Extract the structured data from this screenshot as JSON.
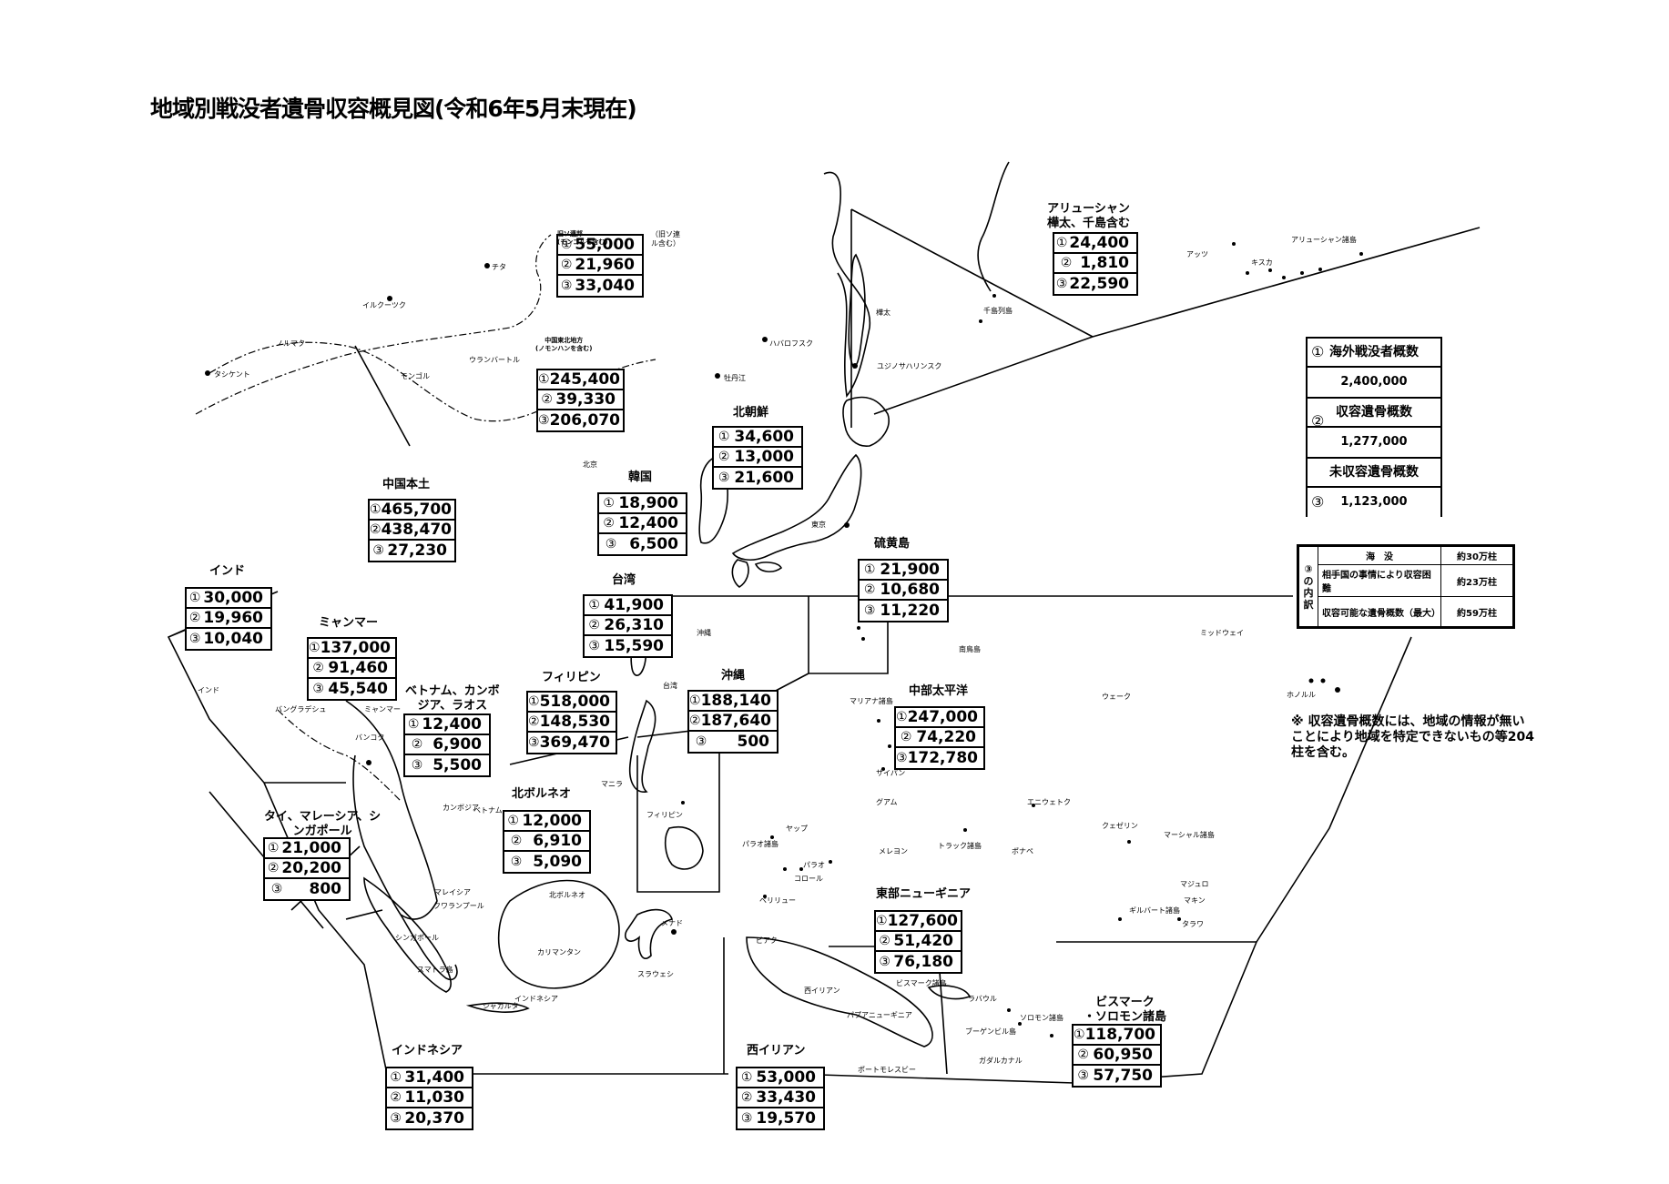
{
  "title": "地域別戦没者遺骨収容概見図(令和6年5月末現在)",
  "markers": {
    "m1": "①",
    "m2": "②",
    "m3": "③"
  },
  "regions": [
    {
      "id": "soviet",
      "name": "",
      "values": [
        "55,000",
        "21,960",
        "33,040"
      ]
    },
    {
      "id": "aleutian",
      "name": "アリューシャン\n樺太、千島含む",
      "values": [
        "24,400",
        "1,810",
        "22,590"
      ]
    },
    {
      "id": "manchuria",
      "name": "",
      "values": [
        "245,400",
        "39,330",
        "206,070"
      ]
    },
    {
      "id": "north-korea",
      "name": "北朝鮮",
      "values": [
        "34,600",
        "13,000",
        "21,600"
      ]
    },
    {
      "id": "korea",
      "name": "韓国",
      "values": [
        "18,900",
        "12,400",
        "6,500"
      ]
    },
    {
      "id": "china",
      "name": "中国本土",
      "values": [
        "465,700",
        "438,470",
        "27,230"
      ]
    },
    {
      "id": "taiwan",
      "name": "台湾",
      "values": [
        "41,900",
        "26,310",
        "15,590"
      ]
    },
    {
      "id": "iwojima",
      "name": "硫黄島",
      "values": [
        "21,900",
        "10,680",
        "11,220"
      ]
    },
    {
      "id": "india",
      "name": "インド",
      "values": [
        "30,000",
        "19,960",
        "10,040"
      ]
    },
    {
      "id": "myanmar",
      "name": "ミャンマー",
      "values": [
        "137,000",
        "91,460",
        "45,540"
      ]
    },
    {
      "id": "vietnam",
      "name": "ベトナム、カンボ\nジア、ラオス",
      "values": [
        "12,400",
        "6,900",
        "5,500"
      ]
    },
    {
      "id": "philippines",
      "name": "フィリピン",
      "values": [
        "518,000",
        "148,530",
        "369,470"
      ]
    },
    {
      "id": "okinawa",
      "name": "沖縄",
      "values": [
        "188,140",
        "187,640",
        "500"
      ]
    },
    {
      "id": "central-pacific",
      "name": "中部太平洋",
      "values": [
        "247,000",
        "74,220",
        "172,780"
      ]
    },
    {
      "id": "north-borneo",
      "name": "北ボルネオ",
      "values": [
        "12,000",
        "6,910",
        "5,090"
      ]
    },
    {
      "id": "thailand",
      "name": "タイ、マレーシア、シ\nンガポール",
      "values": [
        "21,000",
        "20,200",
        "800"
      ]
    },
    {
      "id": "east-new-guinea",
      "name": "東部ニューギニア",
      "values": [
        "127,600",
        "51,420",
        "76,180"
      ]
    },
    {
      "id": "bismarck",
      "name": "ビスマーク\n・ソロモン諸島",
      "values": [
        "118,700",
        "60,950",
        "57,750"
      ]
    },
    {
      "id": "indonesia",
      "name": "インドネシア",
      "values": [
        "31,400",
        "11,030",
        "20,370"
      ]
    },
    {
      "id": "west-irian",
      "name": "西イリアン",
      "values": [
        "53,000",
        "33,430",
        "19,570"
      ]
    }
  ],
  "soviet_note": "旧ソ連邦\n(モンゴルを含む)",
  "soviet_note2": "（旧ソ連\nル含む）",
  "manchuria_note": "中国東北地方\n(ノモンハンを含む)",
  "totals": {
    "overseas_label": "海外戦没者概数",
    "overseas_value": "2,400,000",
    "recovered_label": "収容遺骨概数",
    "recovered_value": "1,277,000",
    "unrecovered_label": "未収容遺骨概数",
    "unrecovered_value": "1,123,000"
  },
  "breakdown": {
    "side_label": "③の内訳",
    "rows": [
      {
        "label": "海　没",
        "value": "約30万柱"
      },
      {
        "label": "相手国の事情により収容困難",
        "value": "約23万柱"
      },
      {
        "label": "収容可能な遺骨概数（最大）",
        "value": "約59万柱"
      }
    ]
  },
  "note": "※ 収容遺骨概数には、地域の情報が無いことにより地域を特定できないもの等204柱を含む。",
  "places": [
    {
      "t": "チタ"
    },
    {
      "t": "イルクーツク"
    },
    {
      "t": "ノルマク"
    },
    {
      "t": "タシケント"
    },
    {
      "t": "ウランバートル"
    },
    {
      "t": "モンゴル"
    },
    {
      "t": "ハバロフスク"
    },
    {
      "t": "牡丹江"
    },
    {
      "t": "北京"
    },
    {
      "t": "樺太"
    },
    {
      "t": "千島列島"
    },
    {
      "t": "ユジノサハリンスク"
    },
    {
      "t": "アッツ"
    },
    {
      "t": "キスカ"
    },
    {
      "t": "アリューシャン諸島"
    },
    {
      "t": "東京"
    },
    {
      "t": "沖縄"
    },
    {
      "t": "台湾"
    },
    {
      "t": "ミッドウェイ"
    },
    {
      "t": "南鳥島"
    },
    {
      "t": "ホノルル"
    },
    {
      "t": "ウェーク"
    },
    {
      "t": "マリアナ諸島"
    },
    {
      "t": "サイパン"
    },
    {
      "t": "グアム"
    },
    {
      "t": "インド"
    },
    {
      "t": "バングラデシュ"
    },
    {
      "t": "ミャンマー"
    },
    {
      "t": "バンコク"
    },
    {
      "t": "ベトナム"
    },
    {
      "t": "カンボジア"
    },
    {
      "t": "マニラ"
    },
    {
      "t": "フィリピン"
    },
    {
      "t": "エニウェトク"
    },
    {
      "t": "クェゼリン"
    },
    {
      "t": "マーシャル諸島"
    },
    {
      "t": "ヤップ"
    },
    {
      "t": "パラオ諸島"
    },
    {
      "t": "メレヨン"
    },
    {
      "t": "トラック諸島"
    },
    {
      "t": "ポナペ"
    },
    {
      "t": "パラオ"
    },
    {
      "t": "コロール"
    },
    {
      "t": "ペリリュー"
    },
    {
      "t": "マレイシア"
    },
    {
      "t": "クワランプール"
    },
    {
      "t": "北ボルネオ"
    },
    {
      "t": "マジュロ"
    },
    {
      "t": "マキン"
    },
    {
      "t": "ギルバート諸島"
    },
    {
      "t": "タラワ"
    },
    {
      "t": "シンガポール"
    },
    {
      "t": "カリマンタン"
    },
    {
      "t": "メナド"
    },
    {
      "t": "ビアク"
    },
    {
      "t": "スマトラ島"
    },
    {
      "t": "スラウェシ"
    },
    {
      "t": "西イリアン"
    },
    {
      "t": "ビスマーク諸島"
    },
    {
      "t": "ジャカルタ"
    },
    {
      "t": "インドネシア"
    },
    {
      "t": "ラバウル"
    },
    {
      "t": "ソロモン諸島"
    },
    {
      "t": "ブーゲンビル島"
    },
    {
      "t": "パプアニューギニア"
    },
    {
      "t": "ガダルカナル"
    },
    {
      "t": "ポートモレスビー"
    }
  ]
}
